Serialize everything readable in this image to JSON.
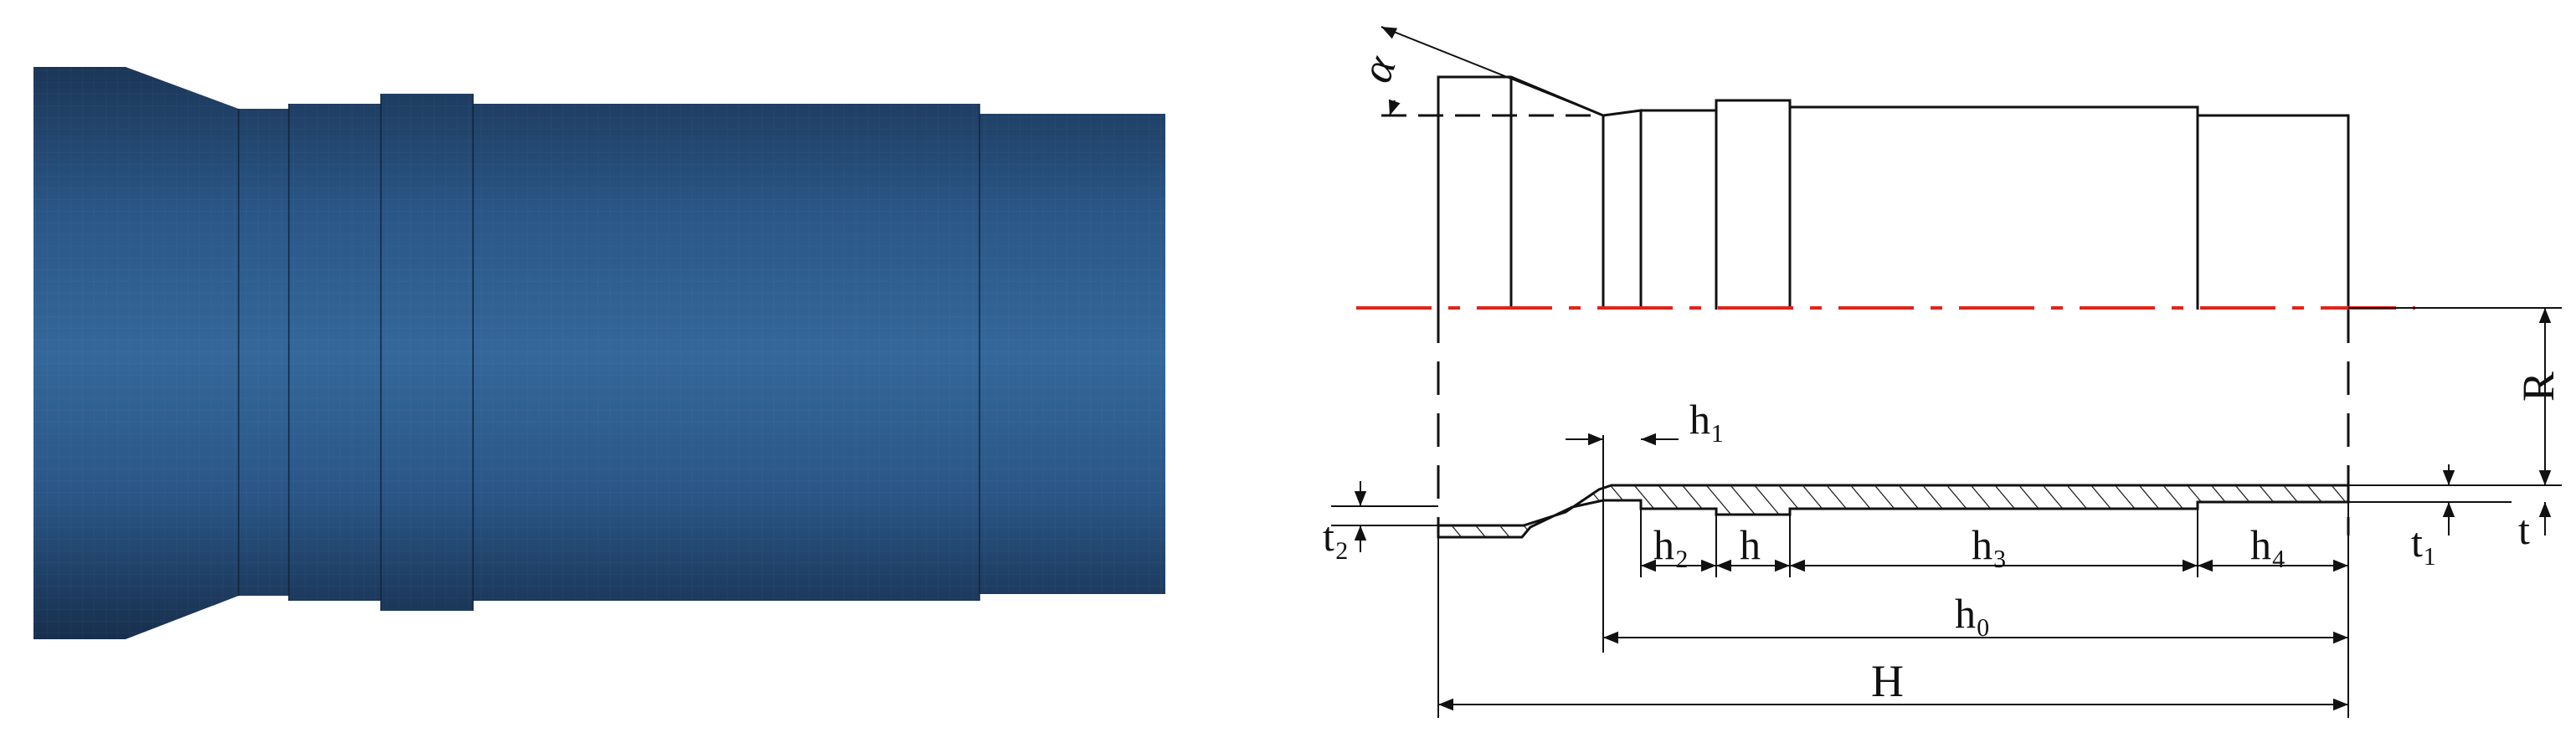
{
  "labels": {
    "alpha": "α",
    "h1": "h₁",
    "h2": "h₂",
    "h": "h",
    "h3": "h₃",
    "h4": "h₄",
    "h0": "h₀",
    "H": "H",
    "R": "R",
    "t": "t",
    "t1": "t₁",
    "t2": "t₂"
  },
  "colors": {
    "pipe_dark": "#1c3a5e",
    "pipe_mid": "#2b5a8a",
    "pipe_light": "#3d6f9f",
    "axis_line": "#e0241b",
    "ink": "#111111"
  }
}
